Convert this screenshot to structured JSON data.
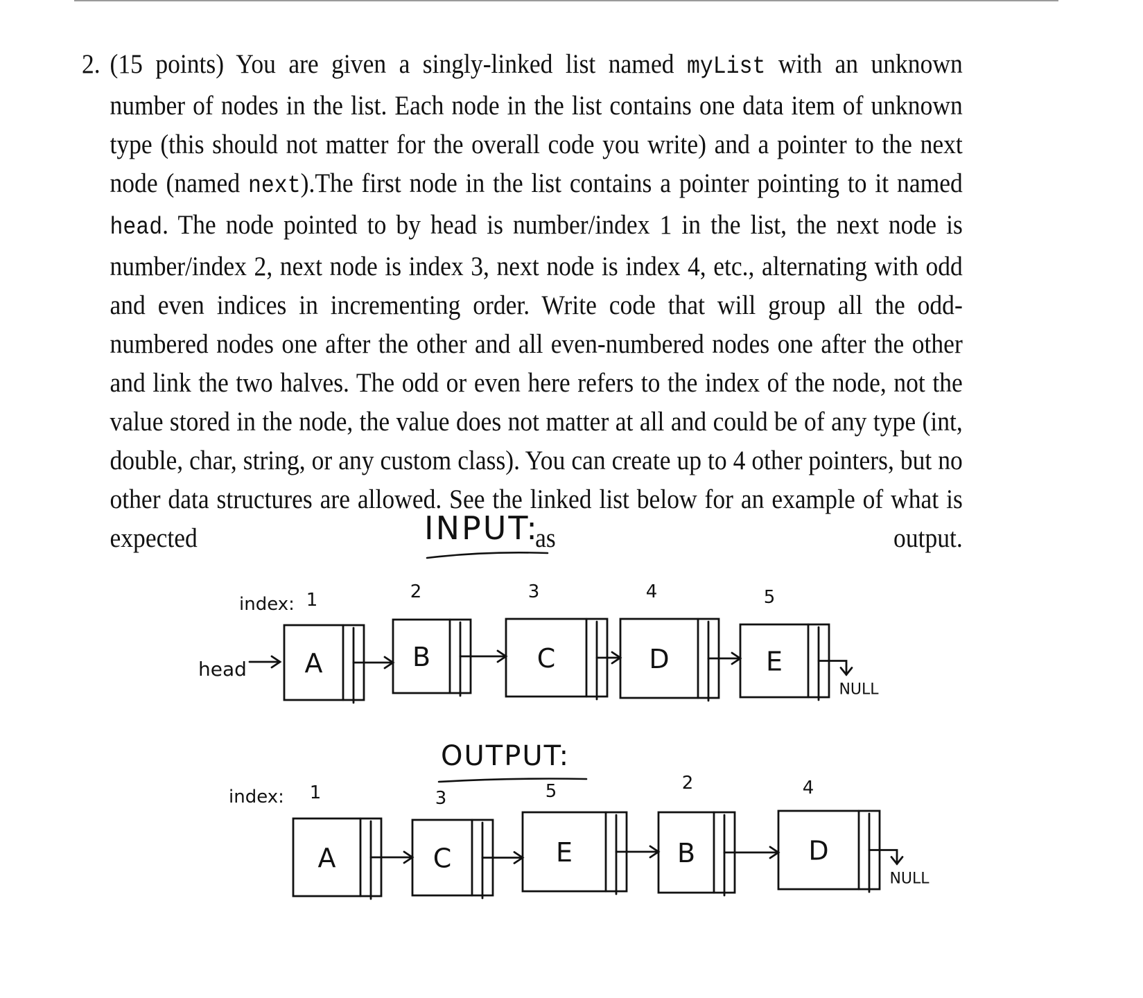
{
  "problem": {
    "number": "2.",
    "points": "(15 points)",
    "text_1": "You are given a singly-linked list named",
    "code_list": "myList",
    "text_2": "with an unknown number of nodes in the list. Each node in the list contains one data item of unknown type (this should not matter for the overall code you write) and a pointer to the next node (named",
    "code_next": "next",
    "text_3": ").The first node in the list contains a pointer pointing to it named",
    "code_head": "head",
    "text_4": ". The node pointed to by head is number/index 1 in the list, the next node is number/index 2, next node is index 3, next node is index 4, etc., alternating with odd and even indices in incrementing order. Write code that will group all the odd-numbered nodes one after the other and all even-numbered nodes one after the other and link the two halves. The odd or even here refers to the index of the node, not the value stored in the node, the value does not matter at all and could be of any type (int, double, char, string, or any custom class). You can create up to 4 other pointers, but no other data structures are allowed. See the linked list below for an example of what is expected as output."
  },
  "input_diagram": {
    "title": "INPUT:",
    "index_label": "index:",
    "head_label": "head",
    "null_label": "NULL",
    "nodes": [
      {
        "index": "1",
        "value": "A"
      },
      {
        "index": "2",
        "value": "B"
      },
      {
        "index": "3",
        "value": "C"
      },
      {
        "index": "4",
        "value": "D"
      },
      {
        "index": "5",
        "value": "E"
      }
    ]
  },
  "output_diagram": {
    "title": "OUTPUT:",
    "index_label": "index:",
    "null_label": "NULL",
    "nodes": [
      {
        "index": "1",
        "value": "A"
      },
      {
        "index": "3",
        "value": "C"
      },
      {
        "index": "5",
        "value": "E"
      },
      {
        "index": "2",
        "value": "B"
      },
      {
        "index": "4",
        "value": "D"
      }
    ]
  }
}
